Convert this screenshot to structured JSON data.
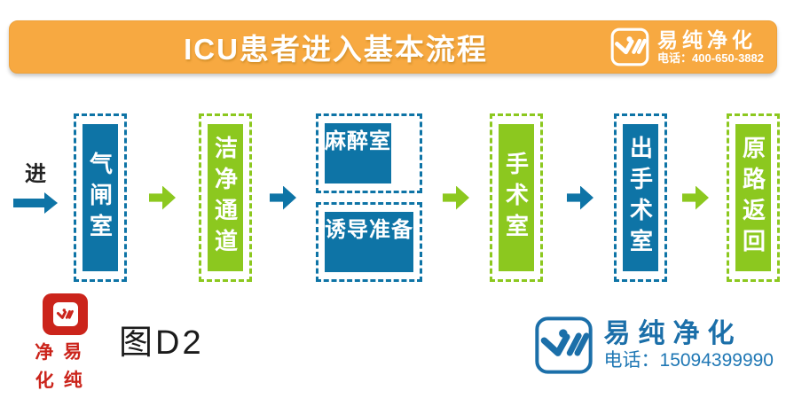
{
  "header": {
    "title": "ICU患者进入基本流程",
    "brand": "易纯净化",
    "phone": "电话：400-650-3882",
    "logo_icon": "wings-person-logo"
  },
  "flow": {
    "entry_label": "进",
    "nodes": [
      {
        "label": "气闸室",
        "color": "blue",
        "orientation": "vertical"
      },
      {
        "label": "洁净通道",
        "color": "green",
        "orientation": "vertical"
      },
      {
        "label": "麻醉室",
        "color": "blue",
        "orientation": "horizontal"
      },
      {
        "label": "诱导准备",
        "color": "blue",
        "orientation": "horizontal"
      },
      {
        "label": "手术室",
        "color": "green",
        "orientation": "vertical"
      },
      {
        "label": "出手术室",
        "color": "blue",
        "orientation": "vertical"
      },
      {
        "label": "原路返回",
        "color": "green",
        "orientation": "vertical"
      }
    ],
    "arrow_icon": "right-arrow"
  },
  "footer": {
    "caption": "图D2",
    "brand": "易纯净化",
    "phone": "电话：15094399990",
    "seal": {
      "chars": [
        "净",
        "易",
        "化",
        "纯"
      ]
    }
  },
  "colors": {
    "flow_blue": "#0E74A6",
    "flow_green": "#8CC81F",
    "banner_orange": "#F7A941",
    "seal_red": "#CB241B",
    "logo_blue": "#1B6FA9"
  }
}
